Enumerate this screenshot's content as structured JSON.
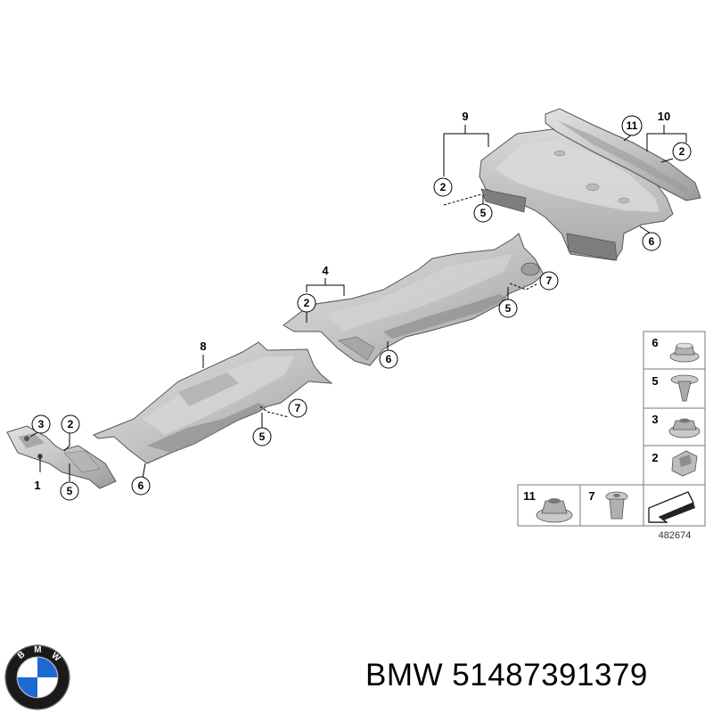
{
  "diagram": {
    "callouts": {
      "c1": "1",
      "c2a": "2",
      "c3": "3",
      "c5a": "5",
      "c6a": "6",
      "c8": "8",
      "c7a": "7",
      "c5b": "5",
      "c4": "4",
      "c2b": "2",
      "c6b": "6",
      "c7b": "7",
      "c5c": "5",
      "c9": "9",
      "c2c": "2",
      "c5d": "5",
      "c6c": "6",
      "c10": "10",
      "c11a": "11",
      "c2d": "2"
    },
    "legend": {
      "items": [
        {
          "number": "6",
          "part": "flange-nut-icon"
        },
        {
          "number": "5",
          "part": "expanding-rivet-icon"
        },
        {
          "number": "3",
          "part": "hex-nut-icon"
        },
        {
          "number": "2",
          "part": "clip-nut-icon"
        },
        {
          "number": "11",
          "part": "collar-nut-icon"
        },
        {
          "number": "7",
          "part": "push-clip-icon"
        }
      ],
      "reference": "482674"
    }
  },
  "brand": {
    "logo_letters": "BMW",
    "logo_colors": {
      "blue": "#1c69d4",
      "ring": "#1a1a1a",
      "white": "#ffffff"
    },
    "caption": "BMW 51487391379"
  }
}
